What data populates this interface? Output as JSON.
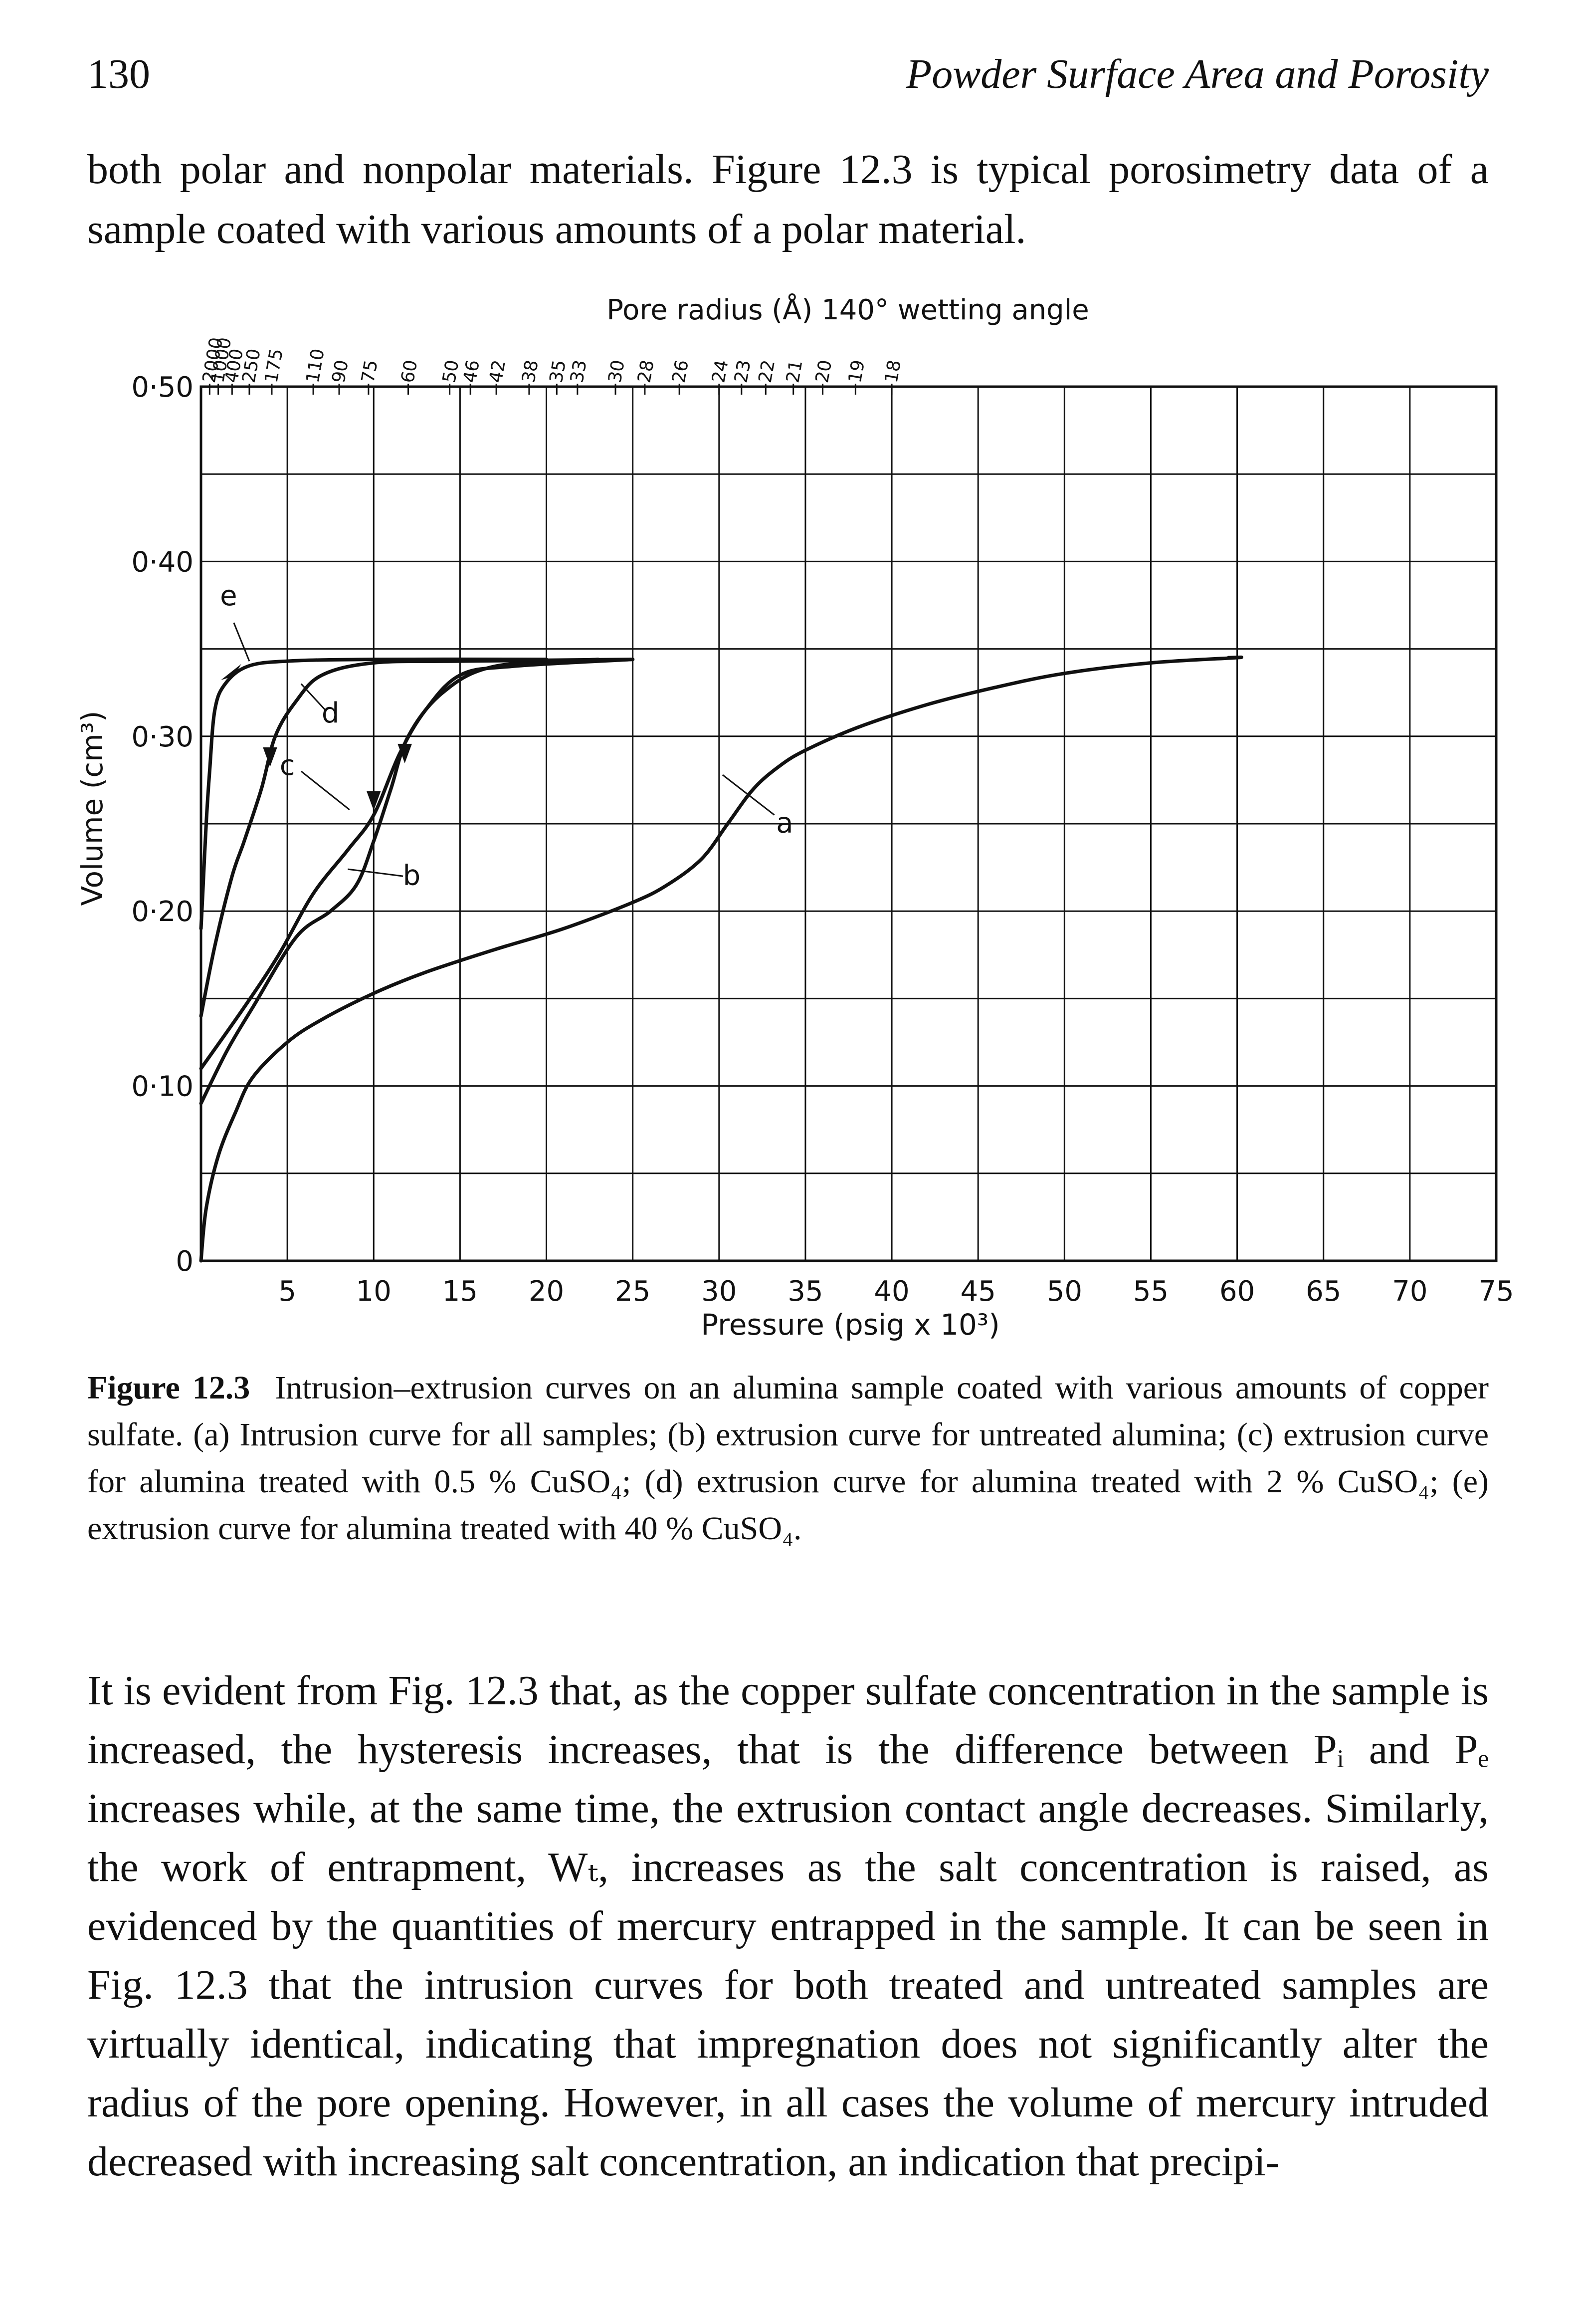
{
  "header": {
    "page_number": "130",
    "running_title": "Powder Surface Area and Porosity"
  },
  "intro_text": "both polar and nonpolar materials. Figure 12.3 is typical porosimetry data of a sample coated with various amounts of a polar material.",
  "figure": {
    "caption_label": "Figure 12.3",
    "caption_text": "Intrusion–extrusion curves on an alumina sample coated with various amounts of copper sulfate. (a) Intrusion curve for all samples; (b) extrusion curve for untreated alumina; (c) extrusion curve for alumina treated with 0.5 % CuSO₄; (d) extrusion curve for alumina treated with 2 % CuSO₄; (e) extrusion curve for alumina treated with 40 % CuSO₄."
  },
  "chart_data": {
    "type": "line",
    "xlabel": "Pressure (psig x 10³)",
    "ylabel": "Volume (cm³)",
    "top_axis_label": "Pore radius (Å) 140° wetting angle",
    "xlim": [
      0,
      75
    ],
    "ylim": [
      0,
      0.5
    ],
    "x_ticks": [
      "5",
      "10",
      "15",
      "20",
      "25",
      "30",
      "35",
      "40",
      "45",
      "50",
      "55",
      "60",
      "65",
      "70",
      "75"
    ],
    "y_ticks": [
      "0",
      "0·10",
      "0·20",
      "0·30",
      "0·40",
      "0·50"
    ],
    "top_ticks": [
      {
        "label": "2000",
        "x": 0.5
      },
      {
        "label": "1000",
        "x": 1.0
      },
      {
        "label": "400",
        "x": 1.8
      },
      {
        "label": "250",
        "x": 2.8
      },
      {
        "label": "175",
        "x": 4.1
      },
      {
        "label": "110",
        "x": 6.5
      },
      {
        "label": "90",
        "x": 8.0
      },
      {
        "label": "75",
        "x": 9.7
      },
      {
        "label": "60",
        "x": 12.0
      },
      {
        "label": "50",
        "x": 14.4
      },
      {
        "label": "46",
        "x": 15.6
      },
      {
        "label": "42",
        "x": 17.1
      },
      {
        "label": "38",
        "x": 19.0
      },
      {
        "label": "35",
        "x": 20.6
      },
      {
        "label": "33",
        "x": 21.8
      },
      {
        "label": "30",
        "x": 24.0
      },
      {
        "label": "28",
        "x": 25.7
      },
      {
        "label": "26",
        "x": 27.7
      },
      {
        "label": "24",
        "x": 30.0
      },
      {
        "label": "23",
        "x": 31.3
      },
      {
        "label": "22",
        "x": 32.7
      },
      {
        "label": "21",
        "x": 34.3
      },
      {
        "label": "20",
        "x": 36.0
      },
      {
        "label": "19",
        "x": 37.9
      },
      {
        "label": "18",
        "x": 40.0
      }
    ],
    "series": [
      {
        "name": "a",
        "direction": "intrusion",
        "points": [
          [
            0,
            0
          ],
          [
            0.3,
            0.03
          ],
          [
            1,
            0.06
          ],
          [
            2,
            0.085
          ],
          [
            3,
            0.105
          ],
          [
            5,
            0.125
          ],
          [
            7,
            0.138
          ],
          [
            10,
            0.153
          ],
          [
            13,
            0.165
          ],
          [
            17,
            0.178
          ],
          [
            21,
            0.19
          ],
          [
            25,
            0.205
          ],
          [
            27,
            0.215
          ],
          [
            29,
            0.23
          ],
          [
            30.5,
            0.25
          ],
          [
            32,
            0.27
          ],
          [
            33.5,
            0.283
          ],
          [
            35,
            0.292
          ],
          [
            38,
            0.305
          ],
          [
            42,
            0.318
          ],
          [
            46,
            0.328
          ],
          [
            50,
            0.336
          ],
          [
            55,
            0.342
          ],
          [
            60,
            0.345
          ],
          [
            59.5,
            0.345
          ]
        ]
      },
      {
        "name": "b",
        "direction": "extrusion",
        "points": [
          [
            23,
            0.344
          ],
          [
            17,
            0.34
          ],
          [
            14,
            0.325
          ],
          [
            12,
            0.3
          ],
          [
            11,
            0.27
          ],
          [
            10,
            0.24
          ],
          [
            9,
            0.215
          ],
          [
            7.5,
            0.2
          ],
          [
            5.5,
            0.185
          ],
          [
            3,
            0.145
          ],
          [
            1.5,
            0.12
          ],
          [
            0,
            0.09
          ]
        ]
      },
      {
        "name": "c",
        "direction": "extrusion",
        "points": [
          [
            25,
            0.344
          ],
          [
            18,
            0.34
          ],
          [
            15,
            0.335
          ],
          [
            13,
            0.315
          ],
          [
            11.5,
            0.29
          ],
          [
            10,
            0.255
          ],
          [
            8.5,
            0.235
          ],
          [
            6.5,
            0.21
          ],
          [
            4.5,
            0.175
          ],
          [
            2.5,
            0.145
          ],
          [
            0,
            0.11
          ]
        ]
      },
      {
        "name": "d",
        "direction": "extrusion",
        "points": [
          [
            25,
            0.344
          ],
          [
            15,
            0.343
          ],
          [
            10,
            0.342
          ],
          [
            7,
            0.335
          ],
          [
            5.5,
            0.32
          ],
          [
            4.3,
            0.3
          ],
          [
            3.5,
            0.27
          ],
          [
            2.5,
            0.24
          ],
          [
            1.8,
            0.22
          ],
          [
            0.8,
            0.18
          ],
          [
            0,
            0.14
          ]
        ]
      },
      {
        "name": "e",
        "direction": "extrusion",
        "points": [
          [
            20,
            0.344
          ],
          [
            10,
            0.344
          ],
          [
            5,
            0.343
          ],
          [
            2.7,
            0.34
          ],
          [
            1.4,
            0.33
          ],
          [
            0.8,
            0.315
          ],
          [
            0.5,
            0.28
          ],
          [
            0.3,
            0.25
          ],
          [
            0.1,
            0.21
          ],
          [
            0,
            0.19
          ]
        ]
      }
    ],
    "grid": true
  },
  "body_text": "It is evident from Fig. 12.3 that, as the copper sulfate concentration in the sample is increased, the hysteresis increases, that is the difference between Pᵢ and Pₑ increases while, at the same time, the extrusion contact angle decreases. Similarly, the work of entrapment, Wₜ, increases as the salt concentration is raised, as evidenced by the quantities of mercury entrapped in the sample. It can be seen in Fig. 12.3 that the intrusion curves for both treated and untreated samples are virtually identical, indicating that impregnation does not significantly alter the radius of the pore opening. However, in all cases the volume of mercury intruded decreased with increasing salt concentration, an indication that precipi-"
}
